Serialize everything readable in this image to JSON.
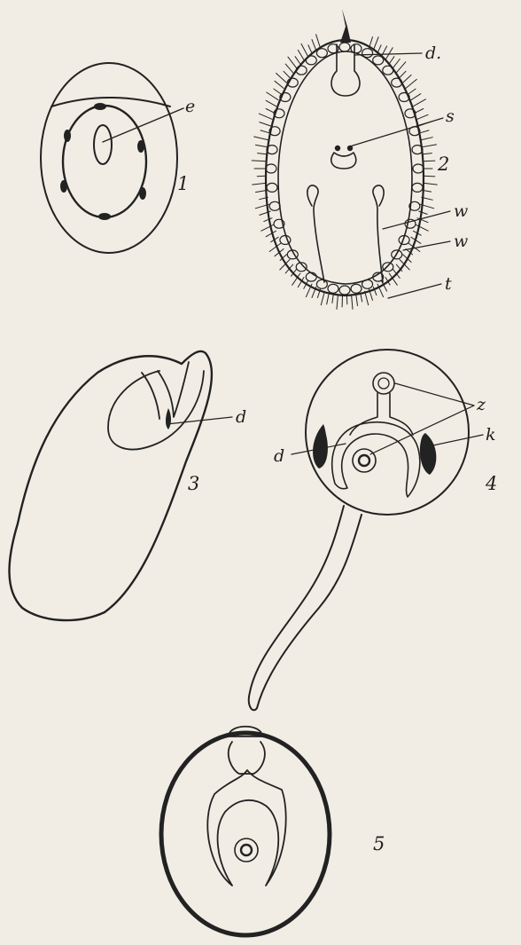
{
  "figures": [
    {
      "number": "1",
      "labels": [
        "e"
      ]
    },
    {
      "number": "2",
      "labels": [
        "d.",
        "s",
        "w",
        "w",
        "t"
      ]
    },
    {
      "number": "3",
      "labels": [
        "d"
      ]
    },
    {
      "number": "4",
      "labels": [
        "z",
        "k",
        "d"
      ]
    },
    {
      "number": "5",
      "labels": []
    }
  ],
  "colors": {
    "paper": "#f1ede4",
    "ink": "#222222"
  }
}
